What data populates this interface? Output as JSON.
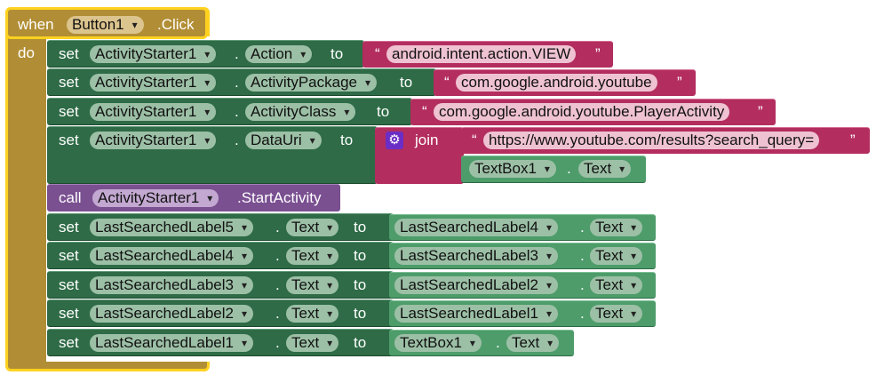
{
  "event": {
    "when": "when",
    "do": "do",
    "component": "Button1",
    "event_name": ".Click"
  },
  "kw": {
    "set": "set",
    "to": "to",
    "call": "call",
    "join": "join",
    "dot": ".",
    "quote": "“",
    "quote_close": "”"
  },
  "rows": {
    "r1": {
      "component": "ActivityStarter1",
      "property": "Action",
      "value": "android.intent.action.VIEW"
    },
    "r2": {
      "component": "ActivityStarter1",
      "property": "ActivityPackage",
      "value": "com.google.android.youtube"
    },
    "r3": {
      "component": "ActivityStarter1",
      "property": "ActivityClass",
      "value": "com.google.android.youtube.PlayerActivity"
    },
    "r4": {
      "component": "ActivityStarter1",
      "property": "DataUri",
      "value": "https://www.youtube.com/results?search_query=",
      "get_component": "TextBox1",
      "get_property": "Text"
    },
    "call": {
      "component": "ActivityStarter1",
      "method": ".StartActivity"
    },
    "s5": {
      "component": "LastSearchedLabel5",
      "property": "Text",
      "get_component": "LastSearchedLabel4",
      "get_property": "Text"
    },
    "s4": {
      "component": "LastSearchedLabel4",
      "property": "Text",
      "get_component": "LastSearchedLabel3",
      "get_property": "Text"
    },
    "s3": {
      "component": "LastSearchedLabel3",
      "property": "Text",
      "get_component": "LastSearchedLabel2",
      "get_property": "Text"
    },
    "s2": {
      "component": "LastSearchedLabel2",
      "property": "Text",
      "get_component": "LastSearchedLabel1",
      "get_property": "Text"
    },
    "s1": {
      "component": "LastSearchedLabel1",
      "property": "Text",
      "get_component": "TextBox1",
      "get_property": "Text"
    }
  },
  "colors": {
    "event": "#B18E35",
    "event_border": "#FFD21F",
    "setter": "#2E6B46",
    "getter": "#4D9C6A",
    "call": "#7A5091",
    "text": "#B32D5E",
    "join_gear": "#6A2EC6"
  }
}
